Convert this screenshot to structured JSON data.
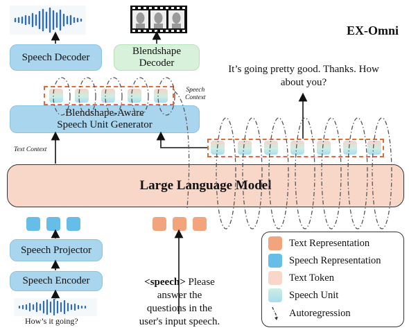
{
  "title": "EX-Omni",
  "boxes": {
    "speech_decoder": "Speech Decoder",
    "blendshape_decoder_line1": "Blendshape",
    "blendshape_decoder_line2": "Decoder",
    "unit_generator_line1": "Blendshape-Aware",
    "unit_generator_line2": "Speech Unit Generator",
    "llm": "Large Language Model",
    "speech_projector": "Speech Projector",
    "speech_encoder": "Speech Encoder"
  },
  "labels": {
    "text_context": "Text Context",
    "speech_context_line1": "Speech",
    "speech_context_line2": "Context",
    "output_line1": "It’s going pretty good. Thanks. How",
    "output_line2": "about you?",
    "input_audio": "How’s it going?",
    "prompt_bold": "<speech>",
    "prompt_line1_rest": " Please",
    "prompt_line2": "answer the",
    "prompt_line3": "questions in the",
    "prompt_line4": "user's input speech."
  },
  "legend": {
    "text_representation": "Text Representation",
    "speech_representation": "Speech Representation",
    "text_token": "Text Token",
    "speech_unit": "Speech Unit",
    "autoregression": "Autoregression"
  },
  "colors": {
    "blue_box": "#a9d6ee",
    "green_box": "#d7f1da",
    "llm_fill": "#f8d7c9",
    "speech_rep": "#66bde8",
    "text_rep": "#f2a57c",
    "dashed_group": "#e06a3c",
    "waveform": "#2f6db3"
  },
  "icons": [
    "waveform-icon",
    "face-filmstrip-icon",
    "autoregression-arrow-icon"
  ]
}
